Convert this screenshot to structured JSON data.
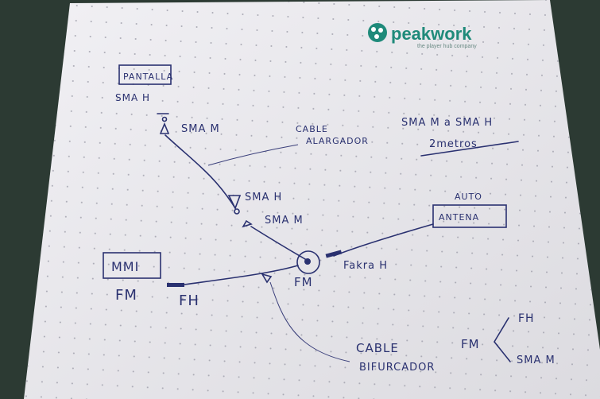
{
  "logo": {
    "name": "peakwork",
    "tagline": "the player hub company",
    "color": "#1f8a7a"
  },
  "labels": {
    "pantalla": "PANTALLA",
    "sma_h_top": "SMA H",
    "sma_m_top": "SMA M",
    "cable_1": "CABLE",
    "cable_2": "ALARGADOR",
    "spec_1": "SMA M a SMA H",
    "spec_2": "2metros",
    "sma_h_mid": "SMA H",
    "sma_m_mid": "SMA M",
    "auto": "AUTO",
    "antena": "ANTENA",
    "mmi": "MMI",
    "fm_left": "FM",
    "fh_left": "FH",
    "fm_center": "FM",
    "fakra": "Fakra H",
    "bif_1": "CABLE",
    "bif_2": "BIFURCADOR",
    "fm_split": "FM",
    "split_fh": "FH",
    "split_sma": "SMA M"
  },
  "colors": {
    "ink": "#2a3170",
    "paper": "#ecebef",
    "background": "#2c3a33"
  }
}
